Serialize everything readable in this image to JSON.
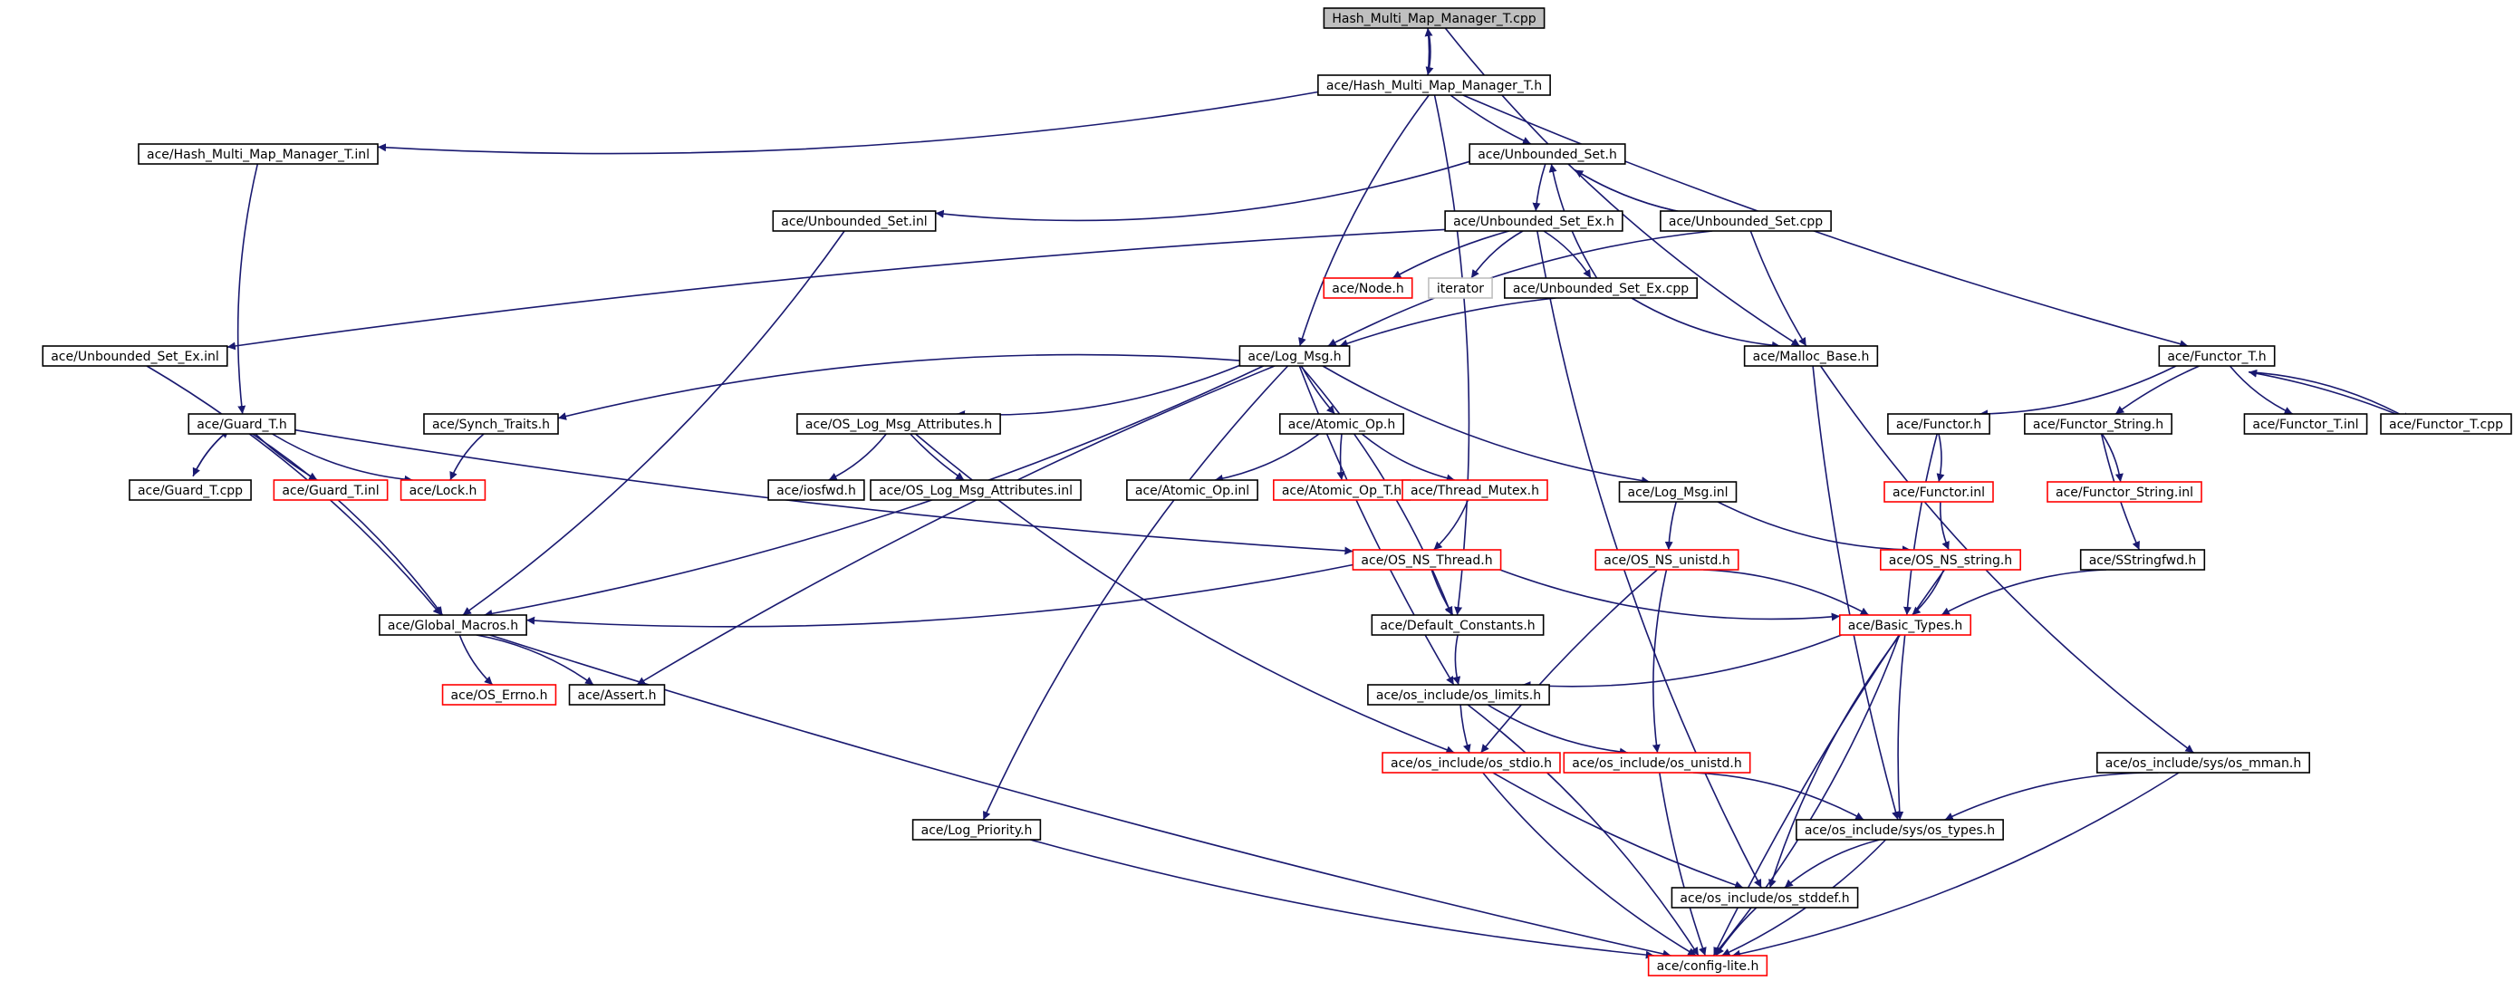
{
  "diagram": {
    "title": "",
    "colors": {
      "edge": "#191970",
      "normal_border": "#000000",
      "incomplete_border": "#ff0000",
      "external_border": "#bfbfbf",
      "root_fill": "#bfbfbf",
      "fill": "#ffffff"
    },
    "nodes": [
      {
        "id": "root",
        "label": "Hash_Multi_Map_Manager_T.cpp",
        "style": "root"
      },
      {
        "id": "hmm_h",
        "label": "ace/Hash_Multi_Map_Manager_T.h",
        "style": "normal"
      },
      {
        "id": "hmm_inl",
        "label": "ace/Hash_Multi_Map_Manager_T.inl",
        "style": "normal"
      },
      {
        "id": "unb_set_h",
        "label": "ace/Unbounded_Set.h",
        "style": "normal"
      },
      {
        "id": "unb_set_inl",
        "label": "ace/Unbounded_Set.inl",
        "style": "normal"
      },
      {
        "id": "unb_set_ex_h",
        "label": "ace/Unbounded_Set_Ex.h",
        "style": "normal"
      },
      {
        "id": "unb_set_cpp",
        "label": "ace/Unbounded_Set.cpp",
        "style": "normal"
      },
      {
        "id": "node_h",
        "label": "ace/Node.h",
        "style": "incomplete"
      },
      {
        "id": "iterator",
        "label": "iterator",
        "style": "external"
      },
      {
        "id": "unb_set_ex_cpp",
        "label": "ace/Unbounded_Set_Ex.cpp",
        "style": "normal"
      },
      {
        "id": "unb_set_ex_inl",
        "label": "ace/Unbounded_Set_Ex.inl",
        "style": "normal"
      },
      {
        "id": "log_msg_h",
        "label": "ace/Log_Msg.h",
        "style": "normal"
      },
      {
        "id": "malloc_base",
        "label": "ace/Malloc_Base.h",
        "style": "normal"
      },
      {
        "id": "functor_t_h",
        "label": "ace/Functor_T.h",
        "style": "normal"
      },
      {
        "id": "guard_t_h",
        "label": "ace/Guard_T.h",
        "style": "normal"
      },
      {
        "id": "synch_traits",
        "label": "ace/Synch_Traits.h",
        "style": "normal"
      },
      {
        "id": "os_log_attr_h",
        "label": "ace/OS_Log_Msg_Attributes.h",
        "style": "normal"
      },
      {
        "id": "atomic_op_h",
        "label": "ace/Atomic_Op.h",
        "style": "normal"
      },
      {
        "id": "functor_h",
        "label": "ace/Functor.h",
        "style": "normal"
      },
      {
        "id": "functor_string_h",
        "label": "ace/Functor_String.h",
        "style": "normal"
      },
      {
        "id": "functor_t_inl",
        "label": "ace/Functor_T.inl",
        "style": "normal"
      },
      {
        "id": "functor_t_cpp",
        "label": "ace/Functor_T.cpp",
        "style": "normal"
      },
      {
        "id": "guard_t_cpp",
        "label": "ace/Guard_T.cpp",
        "style": "normal"
      },
      {
        "id": "guard_t_inl",
        "label": "ace/Guard_T.inl",
        "style": "incomplete"
      },
      {
        "id": "lock_h",
        "label": "ace/Lock.h",
        "style": "incomplete"
      },
      {
        "id": "iosfwd",
        "label": "ace/iosfwd.h",
        "style": "normal"
      },
      {
        "id": "os_log_attr_inl",
        "label": "ace/OS_Log_Msg_Attributes.inl",
        "style": "normal"
      },
      {
        "id": "atomic_op_inl",
        "label": "ace/Atomic_Op.inl",
        "style": "normal"
      },
      {
        "id": "atomic_op_t_h",
        "label": "ace/Atomic_Op_T.h",
        "style": "incomplete"
      },
      {
        "id": "thread_mutex_h",
        "label": "ace/Thread_Mutex.h",
        "style": "incomplete"
      },
      {
        "id": "log_msg_inl",
        "label": "ace/Log_Msg.inl",
        "style": "normal"
      },
      {
        "id": "functor_inl",
        "label": "ace/Functor.inl",
        "style": "incomplete"
      },
      {
        "id": "functor_string_inl",
        "label": "ace/Functor_String.inl",
        "style": "incomplete"
      },
      {
        "id": "os_ns_thread",
        "label": "ace/OS_NS_Thread.h",
        "style": "incomplete"
      },
      {
        "id": "os_ns_unistd",
        "label": "ace/OS_NS_unistd.h",
        "style": "incomplete"
      },
      {
        "id": "os_ns_string",
        "label": "ace/OS_NS_string.h",
        "style": "incomplete"
      },
      {
        "id": "sstringfwd",
        "label": "ace/SStringfwd.h",
        "style": "normal"
      },
      {
        "id": "global_macros",
        "label": "ace/Global_Macros.h",
        "style": "normal"
      },
      {
        "id": "default_constants",
        "label": "ace/Default_Constants.h",
        "style": "normal"
      },
      {
        "id": "basic_types",
        "label": "ace/Basic_Types.h",
        "style": "incomplete"
      },
      {
        "id": "os_errno",
        "label": "ace/OS_Errno.h",
        "style": "incomplete"
      },
      {
        "id": "assert_h",
        "label": "ace/Assert.h",
        "style": "normal"
      },
      {
        "id": "os_limits",
        "label": "ace/os_include/os_limits.h",
        "style": "normal"
      },
      {
        "id": "os_stdio",
        "label": "ace/os_include/os_stdio.h",
        "style": "incomplete"
      },
      {
        "id": "os_unistd",
        "label": "ace/os_include/os_unistd.h",
        "style": "incomplete"
      },
      {
        "id": "os_mman",
        "label": "ace/os_include/sys/os_mman.h",
        "style": "normal"
      },
      {
        "id": "log_priority",
        "label": "ace/Log_Priority.h",
        "style": "normal"
      },
      {
        "id": "os_types",
        "label": "ace/os_include/sys/os_types.h",
        "style": "normal"
      },
      {
        "id": "os_stddef",
        "label": "ace/os_include/os_stddef.h",
        "style": "normal"
      },
      {
        "id": "config_lite",
        "label": "ace/config-lite.h",
        "style": "incomplete"
      }
    ],
    "edges": [
      [
        "root",
        "hmm_h"
      ],
      [
        "hmm_h",
        "root"
      ],
      [
        "root",
        "malloc_base"
      ],
      [
        "hmm_h",
        "hmm_inl"
      ],
      [
        "hmm_h",
        "unb_set_h"
      ],
      [
        "hmm_h",
        "log_msg_h"
      ],
      [
        "hmm_h",
        "default_constants"
      ],
      [
        "hmm_h",
        "functor_t_h"
      ],
      [
        "hmm_inl",
        "guard_t_h"
      ],
      [
        "unb_set_h",
        "unb_set_inl"
      ],
      [
        "unb_set_h",
        "unb_set_ex_h"
      ],
      [
        "unb_set_h",
        "unb_set_cpp"
      ],
      [
        "unb_set_cpp",
        "unb_set_h"
      ],
      [
        "unb_set_cpp",
        "malloc_base"
      ],
      [
        "unb_set_cpp",
        "log_msg_h"
      ],
      [
        "unb_set_inl",
        "global_macros"
      ],
      [
        "unb_set_ex_h",
        "node_h"
      ],
      [
        "unb_set_ex_h",
        "iterator"
      ],
      [
        "unb_set_ex_h",
        "unb_set_ex_cpp"
      ],
      [
        "unb_set_ex_h",
        "unb_set_ex_inl"
      ],
      [
        "unb_set_ex_h",
        "os_stddef"
      ],
      [
        "unb_set_ex_cpp",
        "unb_set_h"
      ],
      [
        "unb_set_ex_cpp",
        "log_msg_h"
      ],
      [
        "unb_set_ex_cpp",
        "malloc_base"
      ],
      [
        "unb_set_ex_inl",
        "global_macros"
      ],
      [
        "malloc_base",
        "os_types"
      ],
      [
        "malloc_base",
        "os_mman"
      ],
      [
        "functor_t_h",
        "functor_h"
      ],
      [
        "functor_t_h",
        "functor_string_h"
      ],
      [
        "functor_t_h",
        "functor_t_inl"
      ],
      [
        "functor_t_h",
        "functor_t_cpp"
      ],
      [
        "functor_t_cpp",
        "functor_t_h"
      ],
      [
        "log_msg_h",
        "synch_traits"
      ],
      [
        "log_msg_h",
        "os_log_attr_h"
      ],
      [
        "log_msg_h",
        "atomic_op_h"
      ],
      [
        "log_msg_h",
        "log_msg_inl"
      ],
      [
        "log_msg_h",
        "global_macros"
      ],
      [
        "log_msg_h",
        "assert_h"
      ],
      [
        "log_msg_h",
        "log_priority"
      ],
      [
        "log_msg_h",
        "default_constants"
      ],
      [
        "log_msg_h",
        "os_limits"
      ],
      [
        "guard_t_h",
        "guard_t_cpp"
      ],
      [
        "guard_t_cpp",
        "guard_t_h"
      ],
      [
        "guard_t_h",
        "guard_t_inl"
      ],
      [
        "guard_t_h",
        "lock_h"
      ],
      [
        "guard_t_h",
        "global_macros"
      ],
      [
        "guard_t_h",
        "os_ns_thread"
      ],
      [
        "synch_traits",
        "lock_h"
      ],
      [
        "os_log_attr_h",
        "iosfwd"
      ],
      [
        "os_log_attr_h",
        "os_log_attr_inl"
      ],
      [
        "os_log_attr_h",
        "os_stdio"
      ],
      [
        "atomic_op_h",
        "atomic_op_inl"
      ],
      [
        "atomic_op_h",
        "atomic_op_t_h"
      ],
      [
        "atomic_op_h",
        "thread_mutex_h"
      ],
      [
        "thread_mutex_h",
        "os_ns_thread"
      ],
      [
        "log_msg_inl",
        "os_ns_unistd"
      ],
      [
        "log_msg_inl",
        "os_ns_string"
      ],
      [
        "functor_h",
        "functor_inl"
      ],
      [
        "functor_h",
        "basic_types"
      ],
      [
        "functor_inl",
        "os_ns_string"
      ],
      [
        "functor_string_h",
        "functor_string_inl"
      ],
      [
        "functor_string_h",
        "sstringfwd"
      ],
      [
        "sstringfwd",
        "basic_types"
      ],
      [
        "os_ns_thread",
        "global_macros"
      ],
      [
        "os_ns_thread",
        "default_constants"
      ],
      [
        "os_ns_thread",
        "basic_types"
      ],
      [
        "os_ns_unistd",
        "basic_types"
      ],
      [
        "os_ns_unistd",
        "os_stdio"
      ],
      [
        "os_ns_unistd",
        "os_unistd"
      ],
      [
        "os_ns_string",
        "basic_types"
      ],
      [
        "os_ns_string",
        "config_lite"
      ],
      [
        "global_macros",
        "os_errno"
      ],
      [
        "global_macros",
        "assert_h"
      ],
      [
        "global_macros",
        "config_lite"
      ],
      [
        "default_constants",
        "os_limits"
      ],
      [
        "basic_types",
        "os_limits"
      ],
      [
        "basic_types",
        "os_types"
      ],
      [
        "basic_types",
        "os_stddef"
      ],
      [
        "basic_types",
        "config_lite"
      ],
      [
        "os_limits",
        "os_stdio"
      ],
      [
        "os_limits",
        "os_unistd"
      ],
      [
        "os_limits",
        "config_lite"
      ],
      [
        "os_stdio",
        "os_stddef"
      ],
      [
        "os_stdio",
        "config_lite"
      ],
      [
        "os_unistd",
        "os_types"
      ],
      [
        "os_unistd",
        "config_lite"
      ],
      [
        "os_mman",
        "os_types"
      ],
      [
        "os_mman",
        "config_lite"
      ],
      [
        "log_priority",
        "config_lite"
      ],
      [
        "os_types",
        "os_stddef"
      ],
      [
        "os_types",
        "config_lite"
      ],
      [
        "os_stddef",
        "config_lite"
      ]
    ]
  }
}
